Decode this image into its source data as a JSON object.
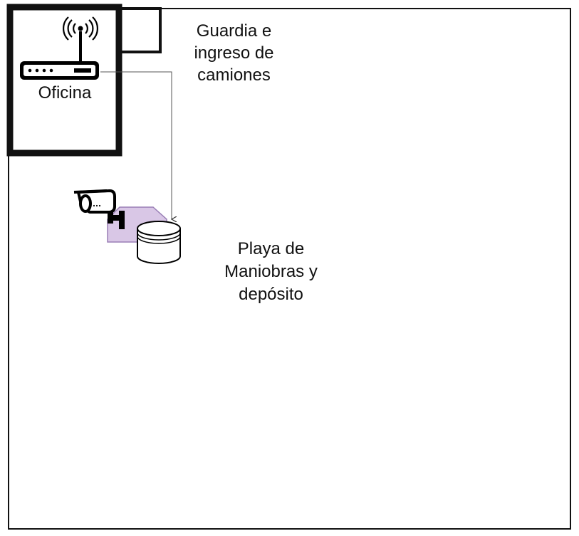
{
  "areas": {
    "oficina": {
      "label": "Oficina"
    },
    "guardia": {
      "lines": [
        "Guardia e",
        "ingreso de",
        "camiones"
      ]
    },
    "playa": {
      "lines": [
        "Playa de",
        "Maniobras y",
        "depósito"
      ]
    }
  },
  "icons": {
    "router": "wifi-router-icon",
    "camera": "security-camera-icon",
    "storage": "database-storage-icon",
    "camera_zone": "camera-coverage-zone"
  },
  "colors": {
    "outline": "#111111",
    "camera_zone_fill": "#d9c7e6",
    "camera_zone_stroke": "#9a7fb6",
    "connection": "#555555"
  }
}
